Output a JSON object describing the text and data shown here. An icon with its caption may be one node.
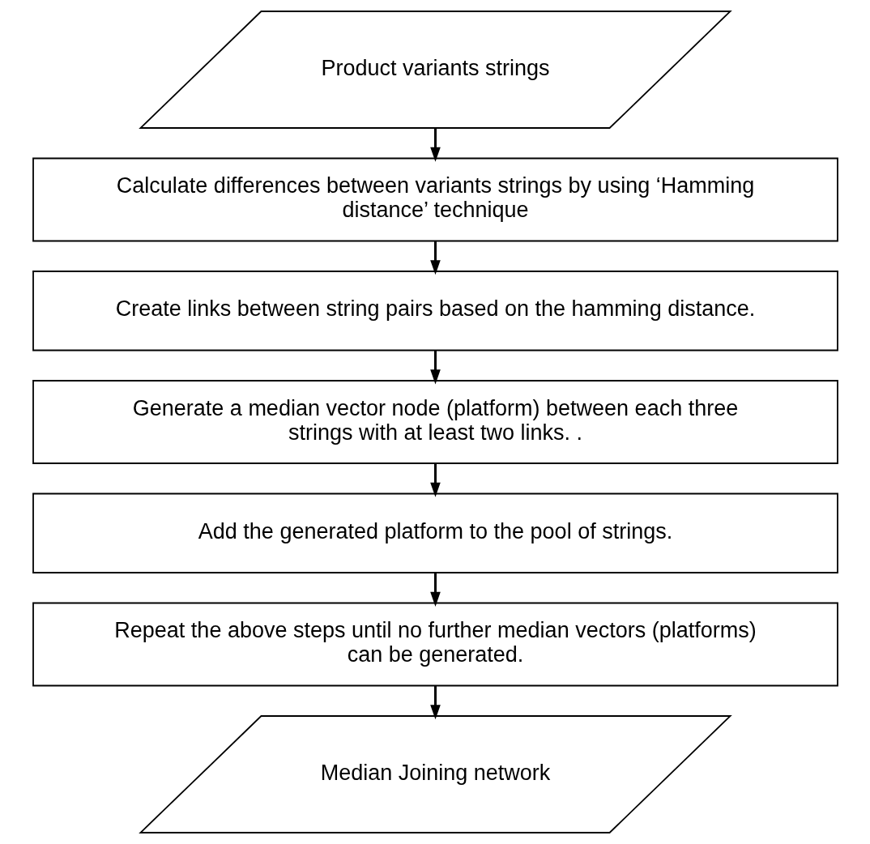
{
  "diagram": {
    "nodes": [
      {
        "text": [
          "Product variants strings"
        ]
      },
      {
        "text": [
          "Calculate differences between variants strings by using ‘Hamming distance’ technique"
        ]
      },
      {
        "text": [
          "Create links between string pairs based on the hamming distance."
        ]
      },
      {
        "text": [
          "Generate a median vector node (platform) between each three strings with at least two links. ."
        ]
      },
      {
        "text": [
          "Add the generated platform to the pool of strings."
        ]
      },
      {
        "text": [
          "Repeat the above steps until no further median vectors (platforms) can be generated."
        ]
      },
      {
        "text": [
          "Median Joining network"
        ]
      }
    ],
    "edges": [
      {
        "from": 0,
        "to": 1,
        "arrow": "to"
      },
      {
        "from": 1,
        "to": 2,
        "arrow": "to"
      },
      {
        "from": 2,
        "to": 3,
        "arrow": "to"
      },
      {
        "from": 3,
        "to": 4,
        "arrow": "to"
      },
      {
        "from": 4,
        "to": 5,
        "arrow": "to"
      },
      {
        "from": 5,
        "to": 6,
        "arrow": "to"
      }
    ]
  }
}
